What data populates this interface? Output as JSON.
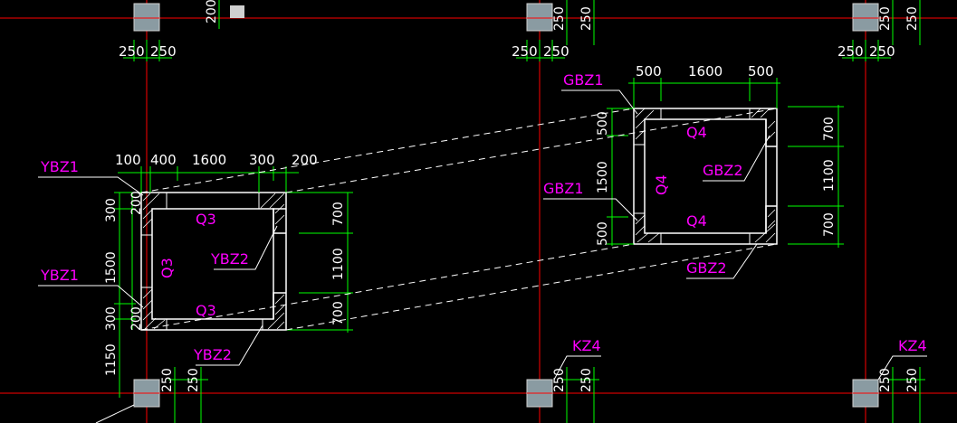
{
  "colors": {
    "background": "#000000",
    "axis": "#ff0000",
    "dimension": "#00ff00",
    "outline": "#ffffff",
    "label": "#ff00ff",
    "column_fill": "#8a9ba2",
    "leader": "#ffffff"
  },
  "columns": {
    "top_dims": [
      "250",
      "250"
    ],
    "top_height_label": "200",
    "bottom_dims": [
      "250",
      "250"
    ],
    "bottom_tags": [
      "KZ4",
      "KZ4"
    ]
  },
  "left_wall": {
    "top_dims": [
      "100",
      "400",
      "1600",
      "300",
      "200"
    ],
    "left_dims": [
      "300",
      "1500",
      "300",
      "1150"
    ],
    "inner_dims": [
      "200",
      "200"
    ],
    "right_dims": [
      "700",
      "1100",
      "700"
    ],
    "tags": {
      "ybz1_top": "YBZ1",
      "ybz1_mid": "YBZ1",
      "ybz2_right": "YBZ2",
      "ybz2_bottom": "YBZ2",
      "q3_top": "Q3",
      "q3_left": "Q3",
      "q3_bottom": "Q3"
    }
  },
  "right_wall": {
    "top_dims": [
      "500",
      "1600",
      "500"
    ],
    "left_dims": [
      "500",
      "1500",
      "500"
    ],
    "right_dims": [
      "700",
      "1100",
      "700"
    ],
    "tags": {
      "gbz1_top": "GBZ1",
      "gbz1_mid": "GBZ1",
      "gbz2_right": "GBZ2",
      "gbz2_bottom": "GBZ2",
      "q4_top": "Q4",
      "q4_left": "Q4",
      "q4_bottom": "Q4"
    }
  }
}
